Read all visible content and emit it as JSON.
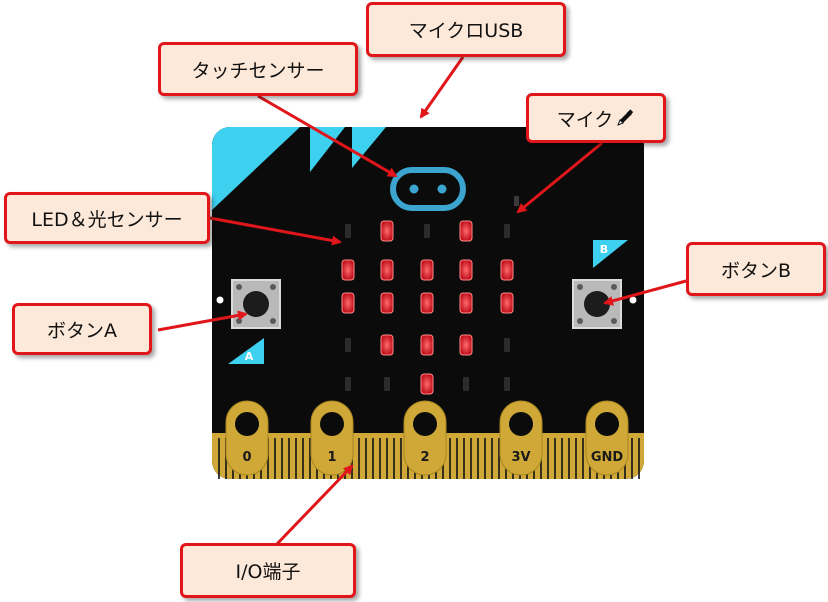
{
  "labels": {
    "micro_usb": "マイクロUSB",
    "touch_sensor": "タッチセンサー",
    "microphone": "マイク",
    "led_light_sensor": "LED＆光センサー",
    "button_b": "ボタンB",
    "button_a": "ボタンA",
    "io_pins": "I/O端子"
  },
  "board": {
    "button_a_mark": "A",
    "button_b_mark": "B",
    "pins": [
      "0",
      "1",
      "2",
      "3V",
      "GND"
    ]
  },
  "led_grid": [
    [
      0,
      1,
      0,
      1,
      0
    ],
    [
      1,
      1,
      1,
      1,
      1
    ],
    [
      1,
      1,
      1,
      1,
      1
    ],
    [
      0,
      1,
      1,
      1,
      0
    ],
    [
      0,
      0,
      1,
      0,
      0
    ]
  ],
  "colors": {
    "board": "#0b0b0b",
    "accent_cyan": "#3ed0ef",
    "edge_gold": "#cfa838",
    "led_on": "#e8222e",
    "callout_border": "#e0161b",
    "callout_fill": "#fde9d9",
    "arrow": "#e0161b"
  },
  "icons": {
    "microphone": "pencil-microphone-icon"
  }
}
